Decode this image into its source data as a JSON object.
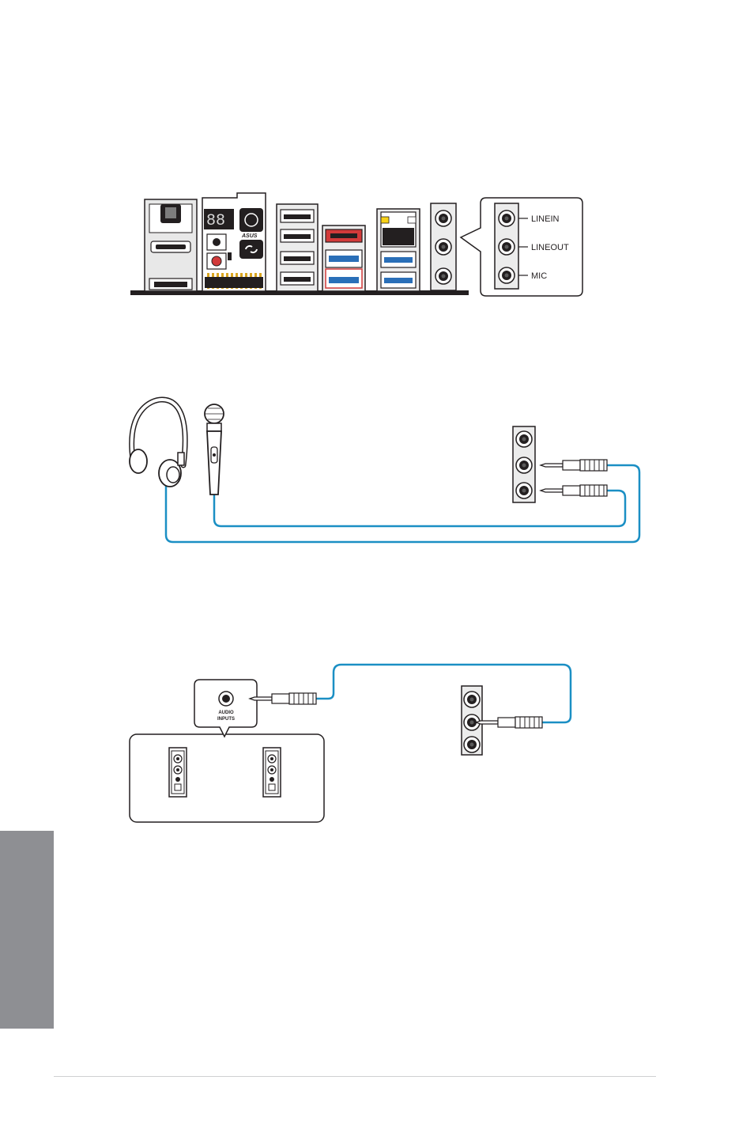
{
  "io_panel": {
    "jack_labels": [
      "LINEIN",
      "LINEOUT",
      "MIC"
    ],
    "brand_mark": "ASUS"
  },
  "speaker_setup": {
    "input_label_line1": "AUDIO",
    "input_label_line2": "INPUTS"
  },
  "colors": {
    "cable": "#1b8fc4",
    "outline": "#231f20",
    "usb3_blue": "#2a6fb8",
    "esata_red": "#d23a3a",
    "led_yellow": "#f7d117",
    "side_tab": "#8e8f93"
  }
}
